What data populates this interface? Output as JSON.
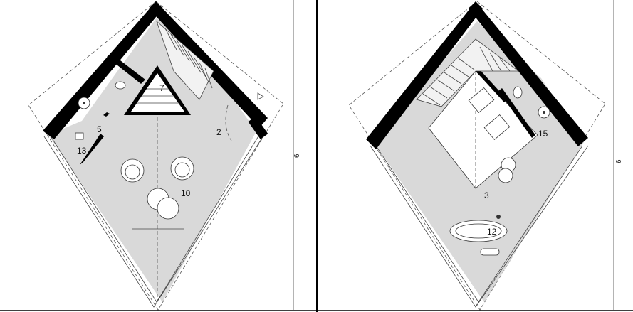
{
  "left_plan": {
    "room_labels": {
      "r7": "7",
      "r5": "5",
      "r13": "13",
      "r2": "2",
      "r10": "10"
    },
    "dimension": "6"
  },
  "right_plan": {
    "room_labels": {
      "r15": "15",
      "r3": "3",
      "r12": "12"
    },
    "dimension": "6"
  }
}
